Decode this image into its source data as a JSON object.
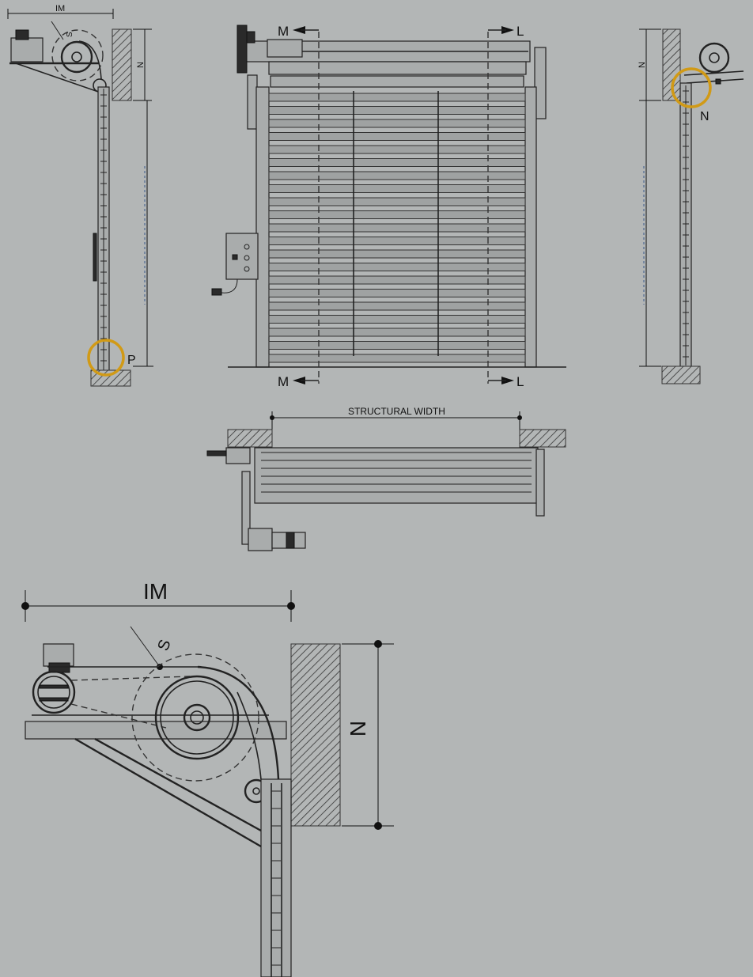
{
  "labels": {
    "im_small": "IM",
    "s_small": "S",
    "n_small_left": "N",
    "p": "P",
    "m_top": "M",
    "l_top": "L",
    "m_bottom": "M",
    "l_bottom": "L",
    "n_small_right": "N",
    "n_callout": "N",
    "structural_width": "STRUCTURAL WIDTH",
    "im_large": "IM",
    "s_large": "S",
    "n_large": "N"
  },
  "colors": {
    "background": "#b3b6b6",
    "line": "#222222",
    "highlight_circle": "#d19a16"
  }
}
